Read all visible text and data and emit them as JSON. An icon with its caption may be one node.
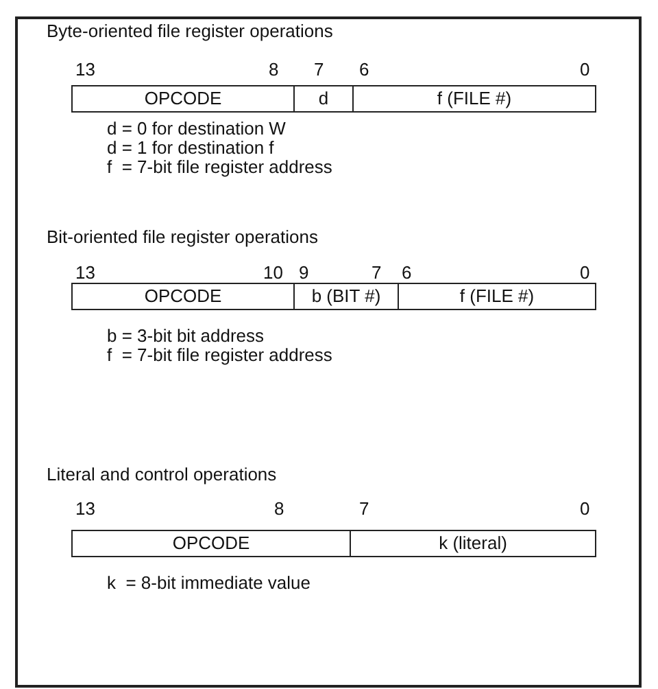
{
  "diagram": {
    "nodes": [
      {
        "text": [],
        "shape": "box"
      },
      {
        "text": [
          "OPCODE"
        ],
        "in": 0
      },
      {
        "text": [
          "d"
        ],
        "in": 0
      },
      {
        "text": [
          "f (FILE #)"
        ],
        "in": 0
      },
      {
        "text": [
          "OPCODE"
        ],
        "in": 0
      },
      {
        "text": [
          "b (BIT #)"
        ],
        "in": 0
      },
      {
        "text": [
          "f (FILE #)"
        ],
        "in": 0
      },
      {
        "text": [
          "OPCODE"
        ],
        "in": 0
      },
      {
        "text": [
          "k (literal)"
        ],
        "in": 0
      }
    ],
    "labels": [
      "Byte-oriented file register operations",
      "13",
      "8",
      "7",
      "6",
      "0",
      "d = 0 for destination W",
      "d = 1 for destination f",
      "f  = 7-bit file register address",
      "Bit-oriented file register operations",
      "13",
      "10",
      "9",
      "7",
      "6",
      "0",
      "b = 3-bit bit address",
      "f  = 7-bit file register address",
      "Literal and control operations",
      "13",
      "8",
      "7",
      "0",
      "k  = 8-bit immediate value"
    ]
  }
}
